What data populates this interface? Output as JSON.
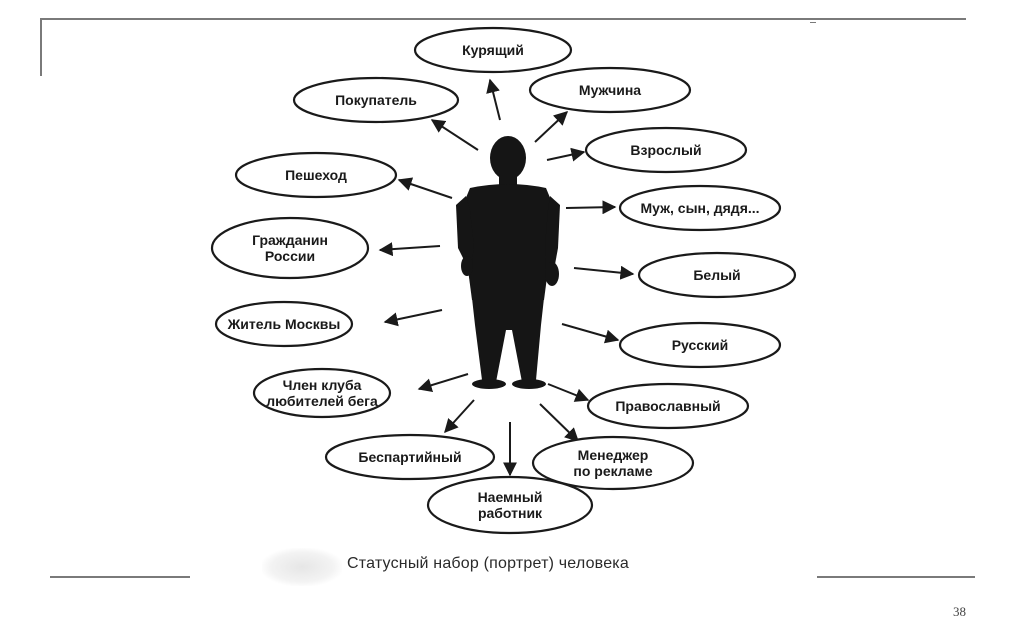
{
  "slide": {
    "caption": "Статусный набор (портрет) человека",
    "page_number": "38"
  },
  "center": {
    "icon": "human-silhouette-icon"
  },
  "statuses": [
    {
      "id": "smoker",
      "lines": [
        "Курящий"
      ]
    },
    {
      "id": "man",
      "lines": [
        "Мужчина"
      ]
    },
    {
      "id": "adult",
      "lines": [
        "Взрослый"
      ]
    },
    {
      "id": "family",
      "lines": [
        "Муж, сын, дядя..."
      ]
    },
    {
      "id": "white",
      "lines": [
        "Белый"
      ]
    },
    {
      "id": "russian",
      "lines": [
        "Русский"
      ]
    },
    {
      "id": "orthodox",
      "lines": [
        "Православный"
      ]
    },
    {
      "id": "manager",
      "lines": [
        "Менеджер",
        "по рекламе"
      ]
    },
    {
      "id": "employee",
      "lines": [
        "Наемный",
        "работник"
      ]
    },
    {
      "id": "nonparty",
      "lines": [
        "Беспартийный"
      ]
    },
    {
      "id": "runners-club",
      "lines": [
        "Член клуба",
        "любителей бега"
      ]
    },
    {
      "id": "moscow-resident",
      "lines": [
        "Житель Москвы"
      ]
    },
    {
      "id": "citizen",
      "lines": [
        "Гражданин",
        "России"
      ]
    },
    {
      "id": "pedestrian",
      "lines": [
        "Пешеход"
      ]
    },
    {
      "id": "buyer",
      "lines": [
        "Покупатель"
      ]
    }
  ]
}
